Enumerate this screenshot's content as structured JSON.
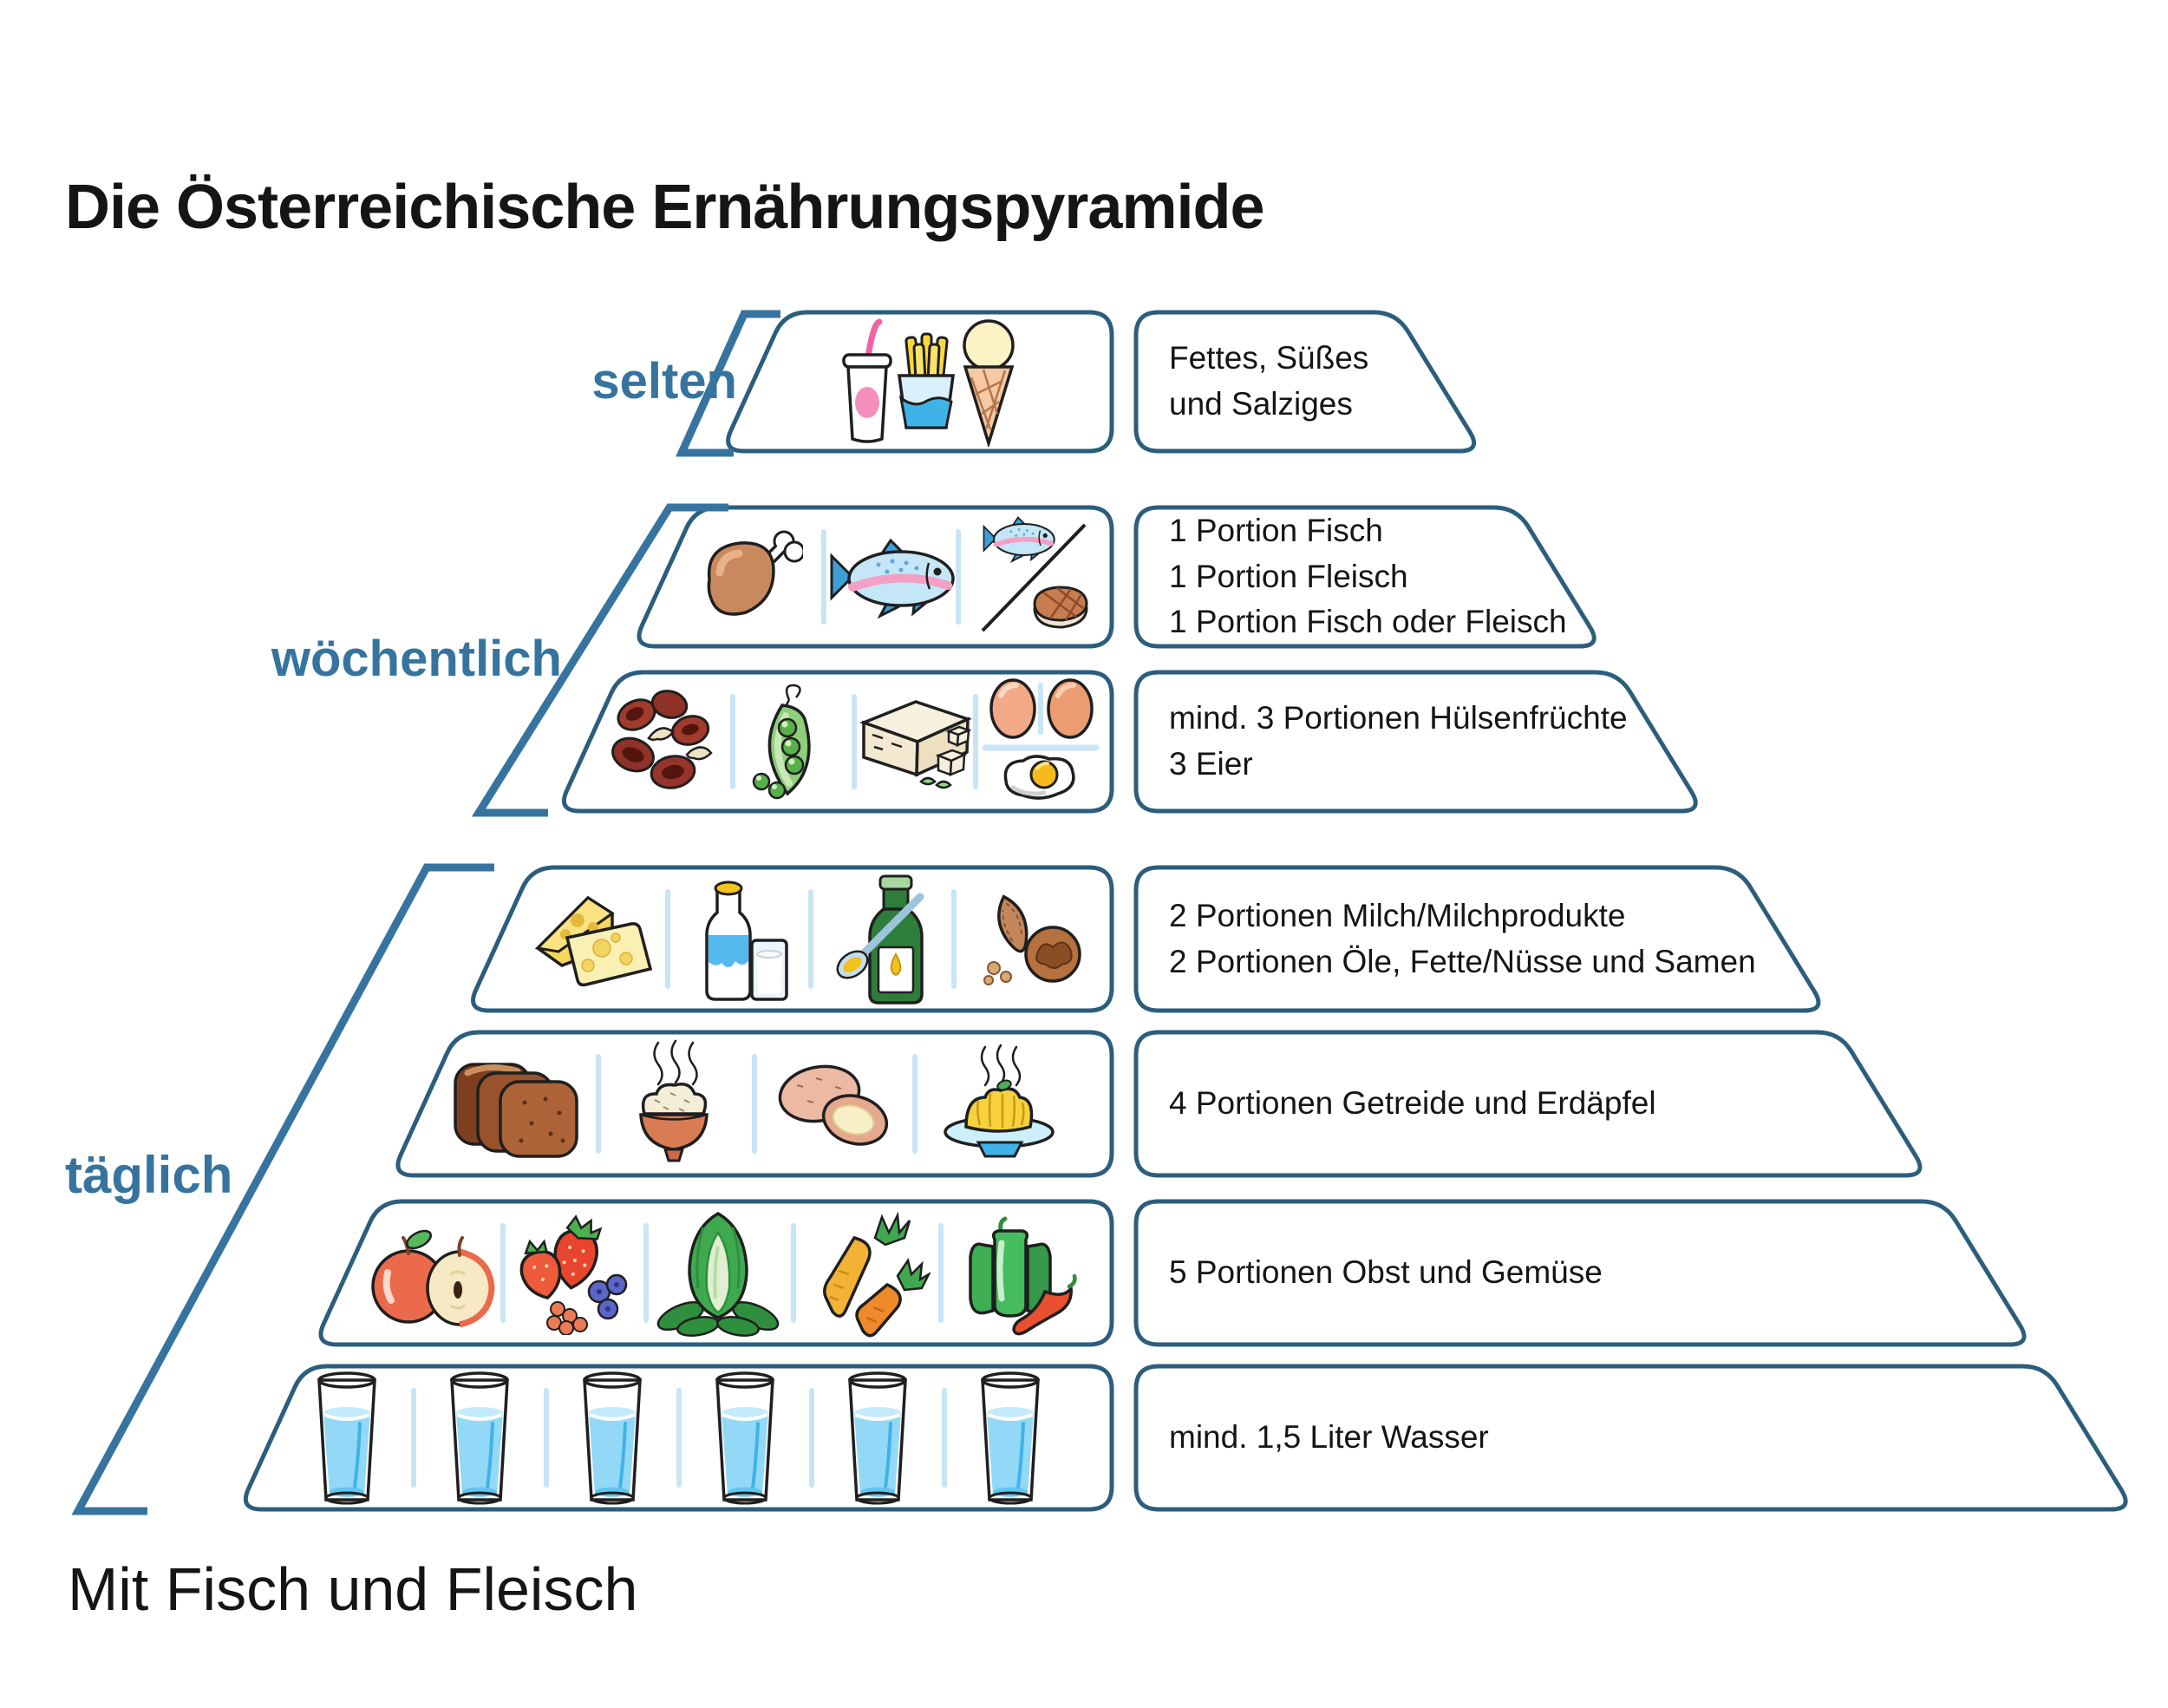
{
  "title": "Die Österreichische Ernährungspyramide",
  "caption": "Mit Fisch und Fleisch",
  "colors": {
    "accent_blue": "#36749F",
    "border_blue": "#2B5E7C",
    "divider_blue": "#C9E5F5",
    "water_blue": "#93D9F7",
    "text_black": "#151515"
  },
  "frequency_labels": [
    {
      "label": "selten"
    },
    {
      "label": "wöchentlich"
    },
    {
      "label": "täglich"
    }
  ],
  "rows": [
    {
      "frequency": "selten",
      "icons": [
        "soda-cup",
        "french-fries",
        "ice-cream-cone"
      ],
      "lines": [
        "Fettes, Süßes",
        "und Salziges"
      ]
    },
    {
      "frequency": "wöchentlich",
      "icons": [
        "chicken-drumstick",
        "fish",
        "fish-or-steak"
      ],
      "lines": [
        "1 Portion Fisch",
        "1 Portion Fleisch",
        "1 Portion Fisch oder Fleisch"
      ]
    },
    {
      "frequency": "wöchentlich",
      "icons": [
        "kidney-beans",
        "pea-pod",
        "tofu",
        "eggs-fried-egg"
      ],
      "lines": [
        "mind. 3 Portionen Hülsenfrüchte",
        "3 Eier"
      ]
    },
    {
      "frequency": "täglich",
      "icons": [
        "cheese",
        "milk-bottle-glass",
        "oil-bottle-spoon",
        "nuts"
      ],
      "lines": [
        "2 Portionen Milch/Milchprodukte",
        "2 Portionen Öle, Fette/Nüsse und Samen"
      ]
    },
    {
      "frequency": "täglich",
      "icons": [
        "bread",
        "rice-bowl",
        "potatoes",
        "noodle-plate"
      ],
      "lines": [
        "4 Portionen Getreide und Erdäpfel"
      ]
    },
    {
      "frequency": "täglich",
      "icons": [
        "apple",
        "berries",
        "lettuce",
        "carrots",
        "bell-pepper-chili"
      ],
      "lines": [
        "5 Portionen Obst und Gemüse"
      ]
    },
    {
      "frequency": "täglich",
      "icons": [
        "water-glass",
        "water-glass",
        "water-glass",
        "water-glass",
        "water-glass",
        "water-glass"
      ],
      "lines": [
        "mind. 1,5 Liter Wasser"
      ]
    }
  ]
}
